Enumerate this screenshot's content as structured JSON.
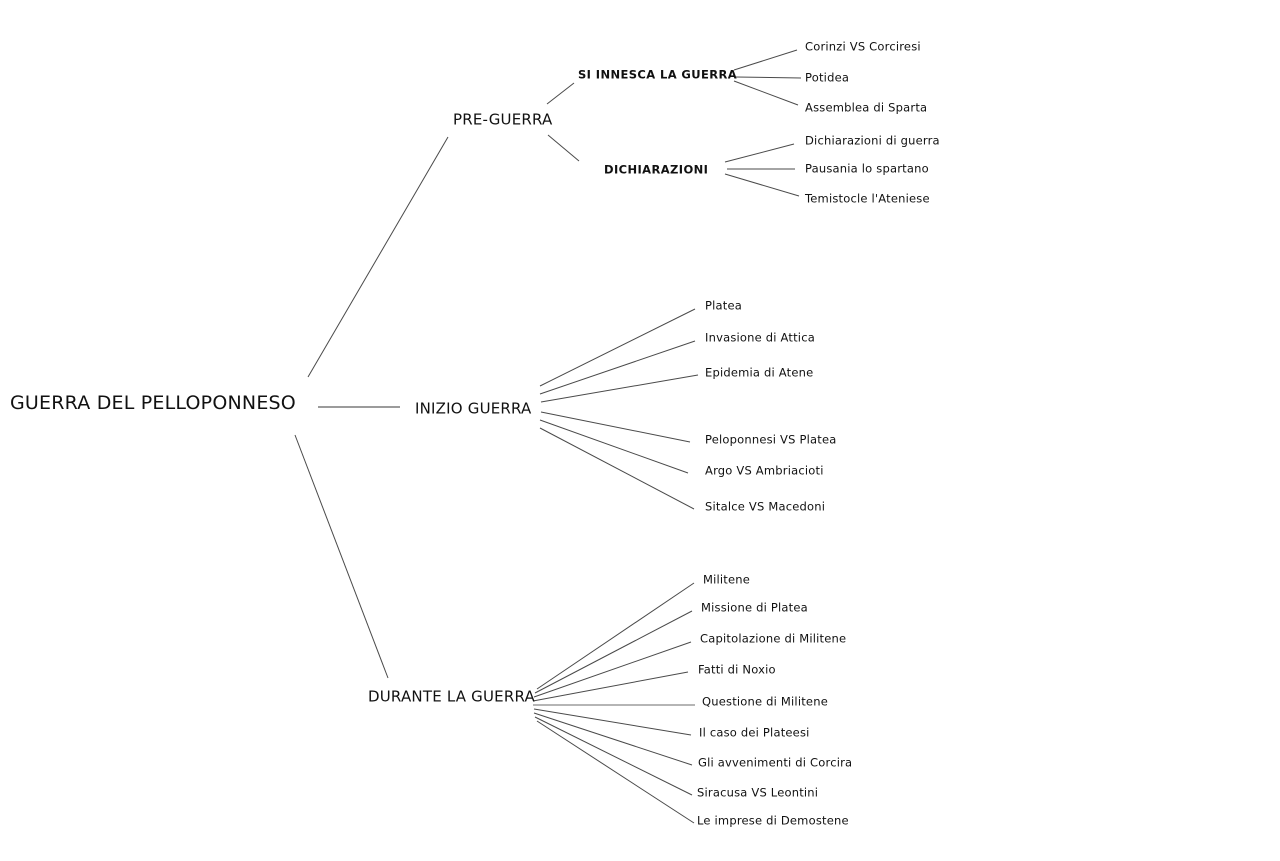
{
  "mindmap": {
    "colors": {
      "background": "#ffffff",
      "text": "#111111",
      "line": "#4a4a4a",
      "line_light": "#b5b5b5"
    },
    "root": {
      "label": "GUERRA DEL PELLOPONNESO"
    },
    "branches": [
      {
        "label": "PRE-GUERRA",
        "children": [
          {
            "label": "SI INNESCA LA GUERRA",
            "children": [
              {
                "label": "Corinzi VS Corciresi"
              },
              {
                "label": "Potidea"
              },
              {
                "label": "Assemblea di Sparta"
              }
            ]
          },
          {
            "label": "DICHIARAZIONI",
            "children": [
              {
                "label": "Dichiarazioni di guerra"
              },
              {
                "label": "Pausania lo spartano"
              },
              {
                "label": "Temistocle l'Ateniese"
              }
            ]
          }
        ]
      },
      {
        "label": "INIZIO GUERRA",
        "children": [
          {
            "label": "Platea"
          },
          {
            "label": "Invasione di Attica"
          },
          {
            "label": "Epidemia di Atene"
          },
          {
            "label": "Peloponnesi VS Platea"
          },
          {
            "label": "Argo VS Ambriacioti"
          },
          {
            "label": "Sitalce VS Macedoni"
          }
        ]
      },
      {
        "label": "DURANTE LA GUERRA",
        "children": [
          {
            "label": "Militene"
          },
          {
            "label": "Missione di Platea"
          },
          {
            "label": "Capitolazione di Militene"
          },
          {
            "label": "Fatti di Noxio"
          },
          {
            "label": "Questione di Militene"
          },
          {
            "label": "Il caso dei Plateesi"
          },
          {
            "label": "Gli avvenimenti di Corcira"
          },
          {
            "label": "Siracusa VS Leontini"
          },
          {
            "label": "Le imprese di Demostene"
          }
        ]
      }
    ]
  }
}
